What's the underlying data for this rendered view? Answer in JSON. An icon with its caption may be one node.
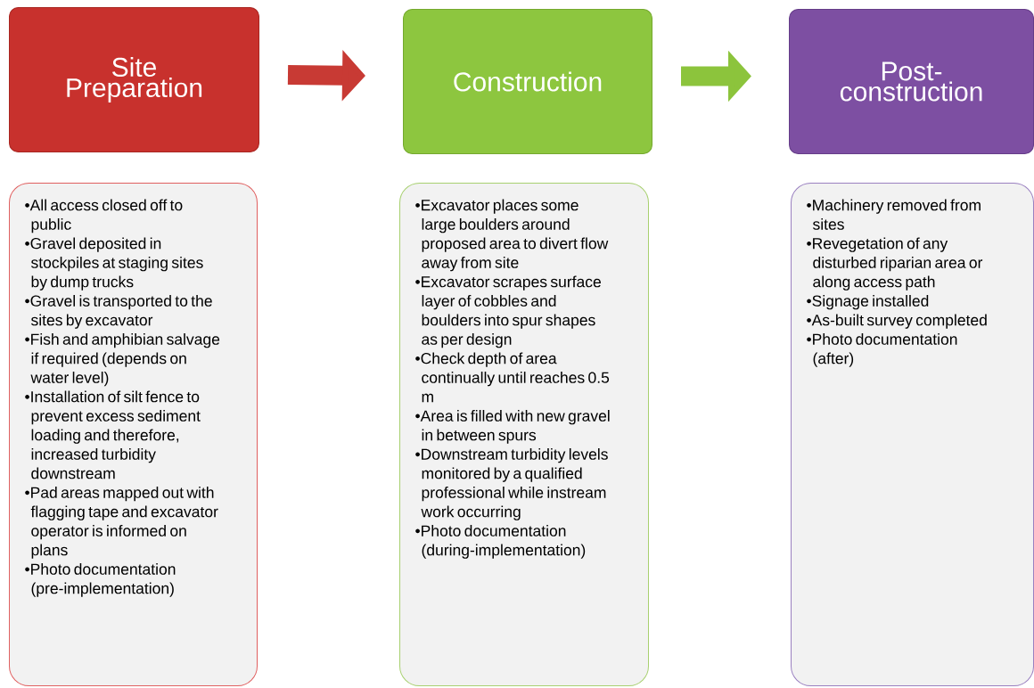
{
  "diagram": {
    "nodes": [
      {
        "text": [
          "Site Preparation"
        ]
      },
      {
        "text": [
          "Construction"
        ]
      },
      {
        "text": [
          "Post-construction"
        ]
      },
      {
        "text": [
          "•All access closed off to public",
          "•Gravel deposited in stockpiles at staging sites by dump trucks",
          "•Gravel is transported to the sites by excavator",
          "•Fish and amphibian salvage if required (depends on water level)",
          "•Installation of silt fence to prevent excess sediment loading and therefore, increased turbidity downstream",
          "•Pad areas mapped out with flagging tape and excavator operator is informed on plans",
          "•Photo documentation (pre-implementation)"
        ]
      },
      {
        "text": [
          "•Excavator places some large boulders around proposed area to divert flow away from site",
          "•Excavator scrapes surface layer of cobbles and boulders into spur shapes as per design",
          "•Check depth of area continually until reaches 0.5 m",
          "•Area is filled with new gravel in between spurs",
          "•Downstream turbidity levels monitored by a qualified professional while instream work occurring",
          "•Photo documentation (during-implementation)"
        ]
      },
      {
        "text": [
          "•Machinery removed from sites",
          "•Revegetation of any disturbed riparian area or along access path",
          "•Signage installed",
          "•As-built survey completed",
          "•Photo documentation (after)"
        ]
      }
    ],
    "edges": [
      {
        "from": 0,
        "to": 1,
        "arrow": "to",
        "color": "#c83a34"
      },
      {
        "from": 1,
        "to": 2,
        "arrow": "to",
        "color": "#8cc43c"
      }
    ]
  }
}
